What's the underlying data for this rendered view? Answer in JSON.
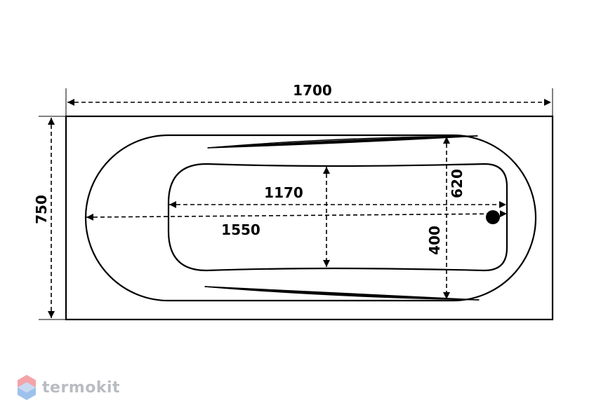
{
  "dimensions": {
    "overall_length": "1700",
    "overall_width": "750",
    "inner_length": "1550",
    "bottom_length": "1170",
    "bottom_width": "620",
    "depth": "400"
  },
  "watermark": {
    "brand": "termokit"
  },
  "colors": {
    "line": "#000000",
    "background": "#ffffff",
    "watermark_text": "#b9bcc2",
    "logo_red": "#f4a3a8",
    "logo_blue": "#9ec1ec"
  }
}
